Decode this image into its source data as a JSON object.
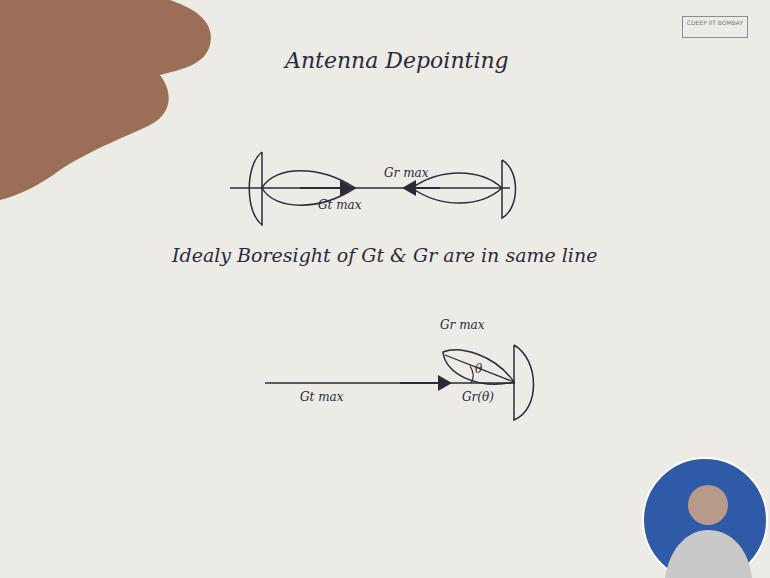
{
  "diagram": {
    "title": "Antenna Depointing",
    "nodes": [
      {
        "text": [
          "CDEEP IIT BOMBAY"
        ]
      }
    ],
    "labels": [
      "Gt max",
      "Gr max",
      "Idealy Boresight of Gt & Gr are in same line",
      "Gr max",
      "θ",
      "Gt max",
      "Gr(θ)"
    ]
  }
}
